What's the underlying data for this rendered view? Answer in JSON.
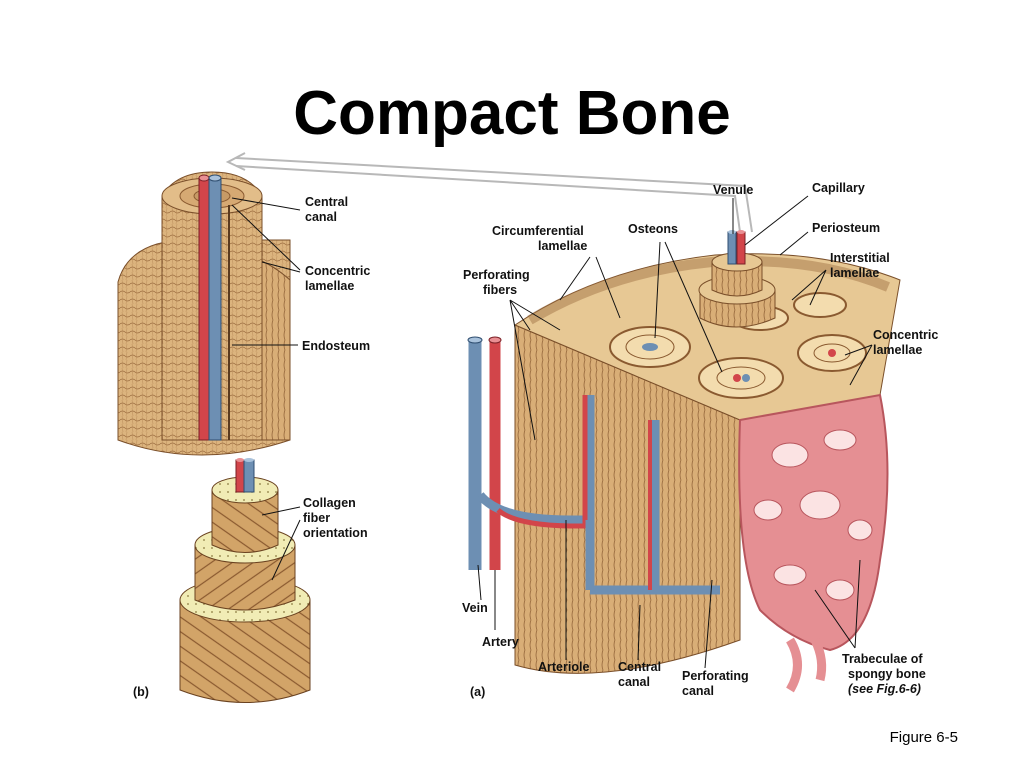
{
  "slide": {
    "title": "Compact Bone",
    "figure_number": "Figure 6-5"
  },
  "panel_b": {
    "tag": "(b)",
    "labels": {
      "central_canal": [
        "Central",
        "canal"
      ],
      "concentric_lamellae": [
        "Concentric",
        "lamellae"
      ],
      "endosteum": [
        "Endosteum"
      ],
      "collagen_fiber_orientation": [
        "Collagen",
        "fiber",
        "orientation"
      ]
    }
  },
  "panel_a": {
    "tag": "(a)",
    "labels": {
      "venule": [
        "Venule"
      ],
      "capillary": [
        "Capillary"
      ],
      "periosteum": [
        "Periosteum"
      ],
      "interstitial_lamellae": [
        "Interstitial",
        "lamellae"
      ],
      "osteons": [
        "Osteons"
      ],
      "circumferential_lamellae": [
        "Circumferential",
        "lamellae"
      ],
      "perforating_fibers": [
        "Perforating",
        "fibers"
      ],
      "concentric_lamellae": [
        "Concentric",
        "lamellae"
      ],
      "vein": [
        "Vein"
      ],
      "artery": [
        "Artery"
      ],
      "arteriole": [
        "Arteriole"
      ],
      "central_canal": [
        "Central",
        "canal"
      ],
      "perforating_canal": [
        "Perforating",
        "canal"
      ],
      "trabeculae": [
        "Trabeculae of",
        "spongy bone"
      ],
      "see_fig": [
        "(see Fig.6-6)"
      ]
    }
  },
  "colors": {
    "bone": "#d9b07a",
    "bone_dark": "#a8784a",
    "vein_blue": "#6d8fb3",
    "artery_red": "#d2454a",
    "spongy_pink": "#e58f93",
    "spongy_dark": "#b8565d"
  }
}
